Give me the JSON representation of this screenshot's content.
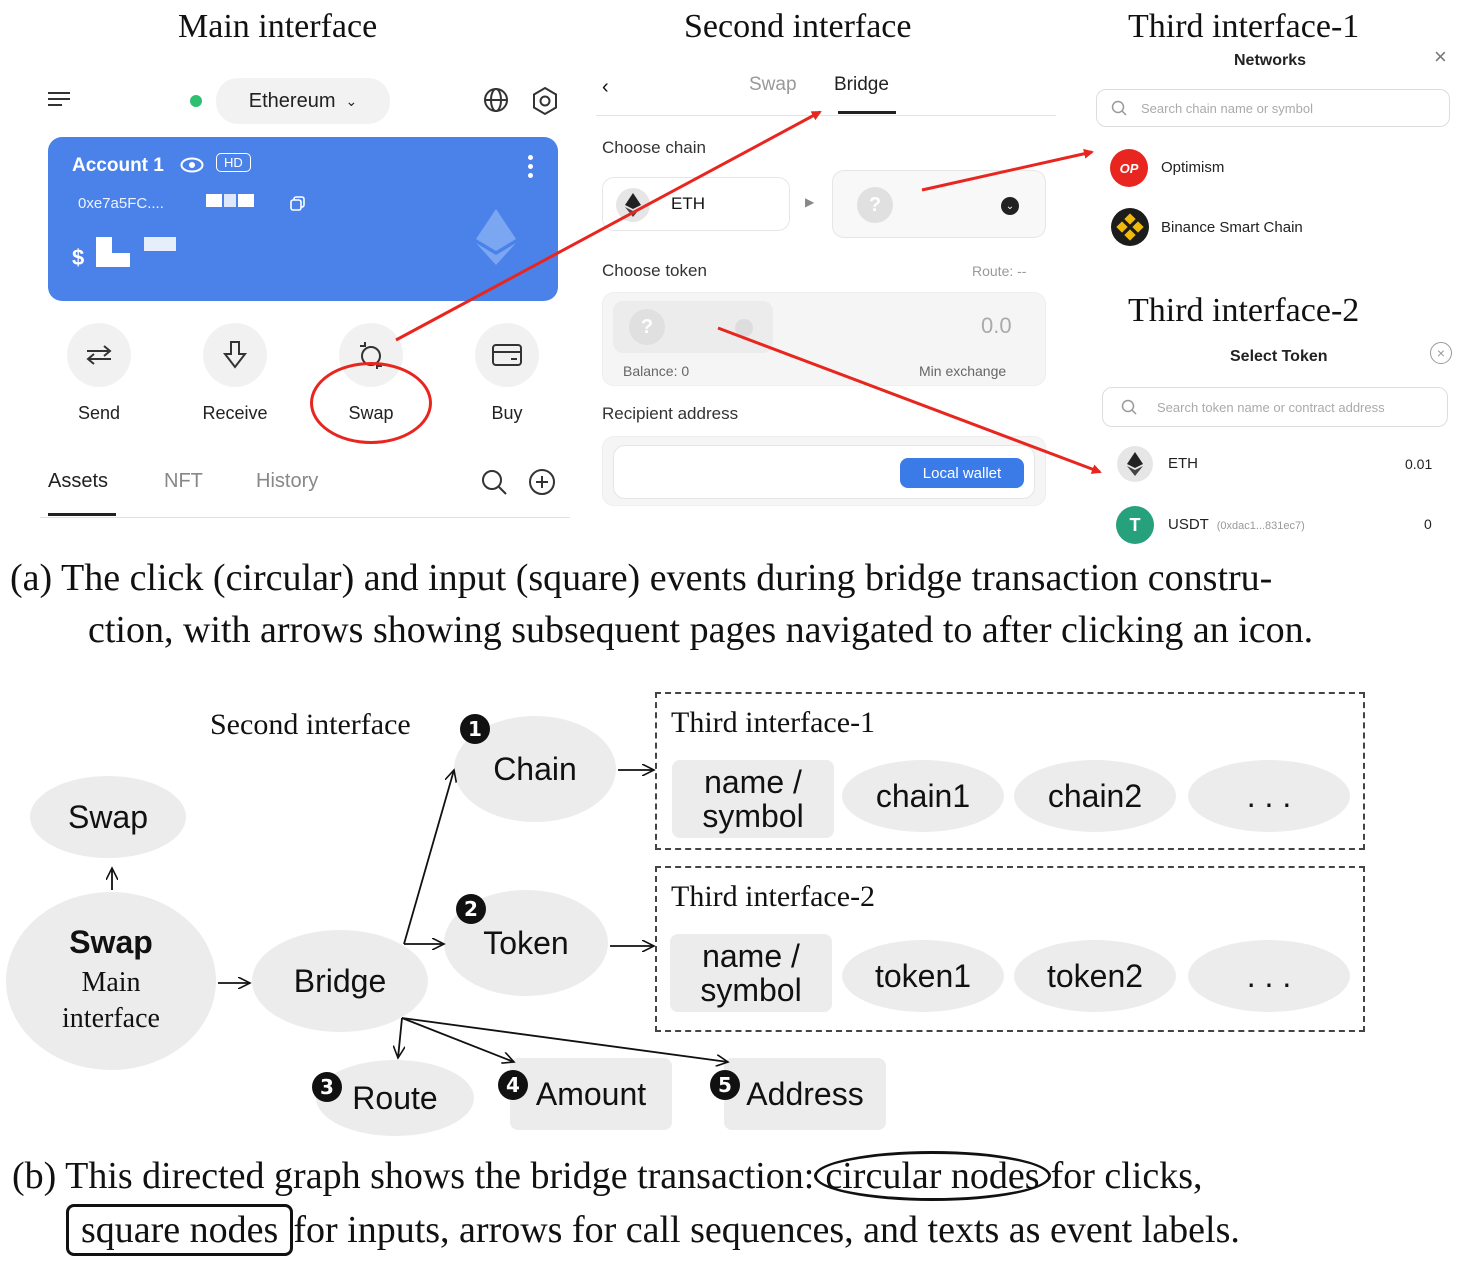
{
  "part_a": {
    "titles": {
      "main": "Main interface",
      "second": "Second interface",
      "third1": "Third interface-1",
      "third2": "Third interface-2"
    },
    "main_interface": {
      "network": "Ethereum",
      "account_name": "Account 1",
      "hd_badge": "HD",
      "address": "0xe7a5FC....",
      "balance_prefix": "$",
      "actions": [
        "Send",
        "Receive",
        "Swap",
        "Buy"
      ],
      "tabs": [
        "Assets",
        "NFT",
        "History"
      ]
    },
    "second_interface": {
      "tabs": [
        "Swap",
        "Bridge"
      ],
      "choose_chain": "Choose chain",
      "from_chain": "ETH",
      "choose_token": "Choose token",
      "route": "Route: --",
      "amount": "0.0",
      "balance": "Balance: 0",
      "min_exchange": "Min exchange",
      "recipient_address": "Recipient address",
      "local_wallet": "Local wallet"
    },
    "third_interface_1": {
      "header": "Networks",
      "search_placeholder": "Search chain name or symbol",
      "items": [
        {
          "label": "Optimism",
          "icon_text": "OP"
        },
        {
          "label": "Binance Smart Chain"
        }
      ]
    },
    "third_interface_2": {
      "header": "Select Token",
      "search_placeholder": "Search token name or contract address",
      "items": [
        {
          "label": "ETH",
          "value": "0.01"
        },
        {
          "label": "USDT",
          "sub": "(0xdac1...831ec7)",
          "value": "0",
          "icon_text": "T"
        }
      ]
    },
    "caption_line1": "(a)  The click (circular) and input (square) events during bridge transaction constru-",
    "caption_line2": "ction, with arrows showing subsequent pages navigated to after clicking an icon."
  },
  "part_b": {
    "label_second_interface": "Second interface",
    "nodes": {
      "swap_top": "Swap",
      "swap_main": "Swap",
      "main_interface": "Main\ninterface",
      "bridge": "Bridge",
      "chain": "Chain",
      "token": "Token",
      "route": "Route",
      "amount": "Amount",
      "address": "Address"
    },
    "badges": [
      "1",
      "2",
      "3",
      "4",
      "5"
    ],
    "third1": {
      "title": "Third interface-1",
      "input": "name  /\nsymbol",
      "items": [
        "chain1",
        "chain2",
        ". . ."
      ]
    },
    "third2": {
      "title": "Third interface-2",
      "input": "name  /\nsymbol",
      "items": [
        "token1",
        "token2",
        ". . ."
      ]
    },
    "caption_prefix": "(b) This directed graph shows the bridge transaction:",
    "caption_circ": "circular nodes",
    "caption_mid": "for clicks,",
    "caption_sq": "square nodes",
    "caption_end": "for inputs, arrows for call sequences, and texts as event labels."
  },
  "colors": {
    "accent_blue": "#4a82ea",
    "arrow_red": "#e8261f",
    "node_gray": "#ececec"
  }
}
